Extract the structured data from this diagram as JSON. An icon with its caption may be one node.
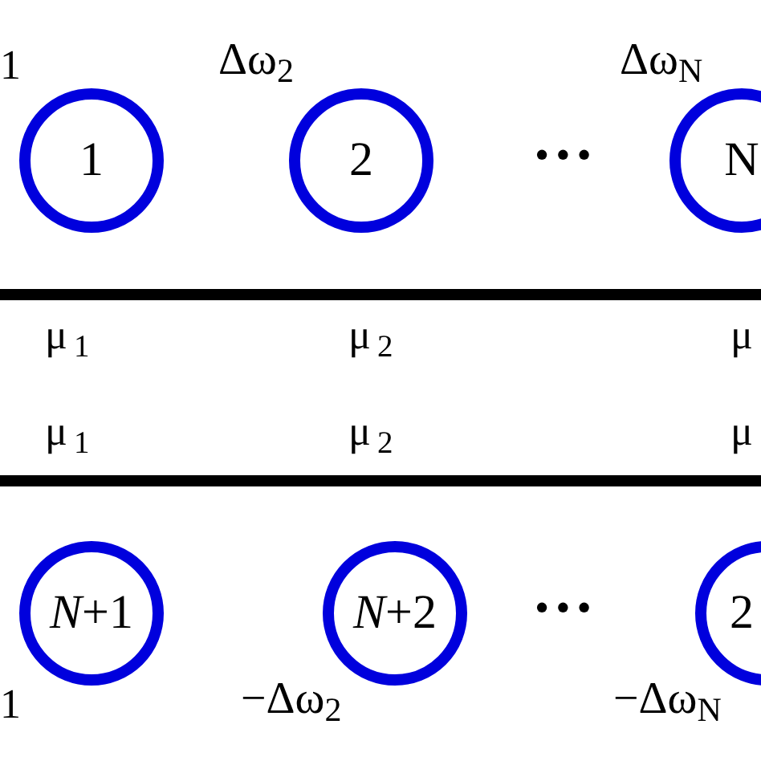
{
  "diagram": {
    "nodes": [
      {
        "text": [
          "1"
        ]
      },
      {
        "text": [
          "2"
        ],
        "beside": [
          "Δω$_{2}$"
        ]
      },
      {
        "text": [
          "N"
        ],
        "beside": [
          "Δω$_{N}$"
        ]
      },
      {
        "text": [
          "*N*+1"
        ]
      },
      {
        "text": [
          "*N*+2"
        ],
        "beside": [
          "−Δω$_{2}$"
        ]
      },
      {
        "text": [
          "2"
        ],
        "beside": [
          "−Δω$_{N}$"
        ]
      }
    ],
    "labels": [
      "1",
      "•••",
      "μ$_{1}$",
      "μ$_{2}$",
      "μ",
      "μ$_{1}$",
      "μ$_{2}$",
      "μ",
      "•••",
      "1"
    ]
  }
}
